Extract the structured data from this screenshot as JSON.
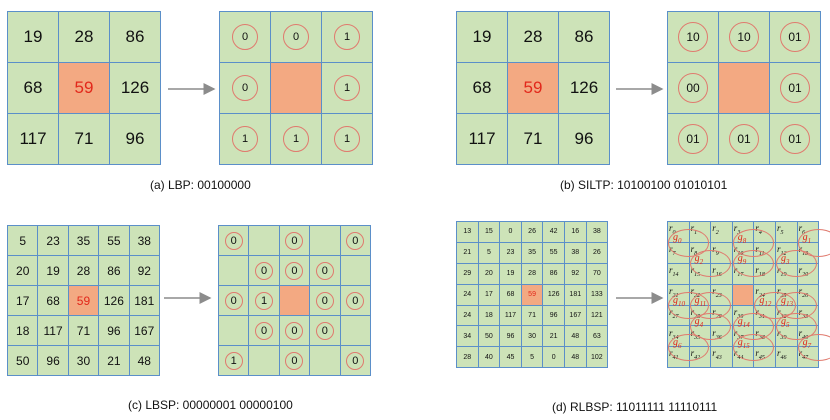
{
  "panel_a": {
    "caption": "(a) LBP:  00100000",
    "input": [
      [
        "19",
        "28",
        "86"
      ],
      [
        "68",
        "59",
        "126"
      ],
      [
        "117",
        "71",
        "96"
      ]
    ],
    "output": [
      [
        "0",
        "0",
        "1"
      ],
      [
        "0",
        "",
        "1"
      ],
      [
        "1",
        "1",
        "1"
      ]
    ]
  },
  "panel_b": {
    "caption": "(b) SILTP: 10100100 01010101",
    "input": [
      [
        "19",
        "28",
        "86"
      ],
      [
        "68",
        "59",
        "126"
      ],
      [
        "117",
        "71",
        "96"
      ]
    ],
    "output": [
      [
        "10",
        "10",
        "01"
      ],
      [
        "00",
        "",
        "01"
      ],
      [
        "01",
        "01",
        "01"
      ]
    ]
  },
  "panel_c": {
    "caption": "(c) LBSP: 00000001 00000100",
    "input": [
      [
        "5",
        "23",
        "35",
        "55",
        "38"
      ],
      [
        "20",
        "19",
        "28",
        "86",
        "92"
      ],
      [
        "17",
        "68",
        "59",
        "126",
        "181"
      ],
      [
        "18",
        "117",
        "71",
        "96",
        "167"
      ],
      [
        "50",
        "96",
        "30",
        "21",
        "48"
      ]
    ],
    "output": [
      [
        "0",
        "",
        "0",
        "",
        "0"
      ],
      [
        "",
        "0",
        "0",
        "0",
        ""
      ],
      [
        "0",
        "1",
        "",
        "0",
        "0"
      ],
      [
        "",
        "0",
        "0",
        "0",
        ""
      ],
      [
        "1",
        "",
        "0",
        "",
        "0"
      ]
    ]
  },
  "panel_d": {
    "caption": "(d) RLBSP: 11011111 11110111",
    "input": [
      [
        "13",
        "15",
        "0",
        "26",
        "42",
        "16",
        "38"
      ],
      [
        "21",
        "5",
        "23",
        "35",
        "55",
        "38",
        "26"
      ],
      [
        "29",
        "20",
        "19",
        "28",
        "86",
        "92",
        "70"
      ],
      [
        "24",
        "17",
        "68",
        "59",
        "126",
        "181",
        "133"
      ],
      [
        "24",
        "18",
        "117",
        "71",
        "96",
        "167",
        "121"
      ],
      [
        "34",
        "50",
        "96",
        "30",
        "21",
        "48",
        "63"
      ],
      [
        "28",
        "40",
        "45",
        "5",
        "0",
        "48",
        "102"
      ]
    ],
    "r_labels": [
      [
        "0",
        "1",
        "2",
        "3",
        "4",
        "5",
        "6"
      ],
      [
        "7",
        "8",
        "9",
        "10",
        "11",
        "12",
        "13"
      ],
      [
        "14",
        "15",
        "16",
        "17",
        "18",
        "19",
        "20"
      ],
      [
        "21",
        "22",
        "23",
        "",
        "24",
        "25",
        "26"
      ],
      [
        "27",
        "28",
        "29",
        "30",
        "31",
        "32",
        "33"
      ],
      [
        "34",
        "35",
        "36",
        "37",
        "38",
        "39",
        "40"
      ],
      [
        "41",
        "42",
        "43",
        "44",
        "45",
        "46",
        "47"
      ]
    ],
    "r_symbol": "r",
    "g_symbol": "g",
    "g_labels": [
      {
        "sub": "0",
        "r": 0,
        "c": 0
      },
      {
        "sub": "8",
        "r": 0,
        "c": 3
      },
      {
        "sub": "1",
        "r": 0,
        "c": 6
      },
      {
        "sub": "2",
        "r": 1,
        "c": 1
      },
      {
        "sub": "9",
        "r": 1,
        "c": 3
      },
      {
        "sub": "3",
        "r": 1,
        "c": 5
      },
      {
        "sub": "10",
        "r": 3,
        "c": 0
      },
      {
        "sub": "11",
        "r": 3,
        "c": 1
      },
      {
        "sub": "12",
        "r": 3,
        "c": 4
      },
      {
        "sub": "13",
        "r": 3,
        "c": 5
      },
      {
        "sub": "4",
        "r": 4,
        "c": 1
      },
      {
        "sub": "14",
        "r": 4,
        "c": 3
      },
      {
        "sub": "5",
        "r": 4,
        "c": 5
      },
      {
        "sub": "6",
        "r": 5,
        "c": 0
      },
      {
        "sub": "15",
        "r": 5,
        "c": 3
      },
      {
        "sub": "7",
        "r": 5,
        "c": 6
      }
    ]
  }
}
